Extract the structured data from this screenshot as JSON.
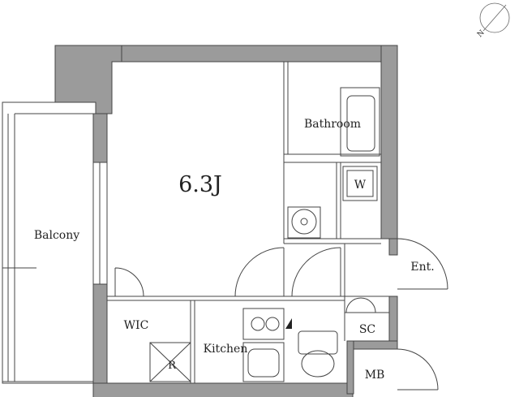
{
  "rooms": {
    "main": "6.3J",
    "bathroom": "Bathroom",
    "washer": "W",
    "balcony": "Balcony",
    "entrance": "Ent.",
    "wic": "WIC",
    "kitchen": "Kitchen",
    "fridge": "R",
    "shoe_cabinet": "SC",
    "meter_box": "MB"
  },
  "compass": {
    "north": "N"
  },
  "colors": {
    "wall": "#9b9b9b",
    "line": "#444444",
    "text": "#222222"
  }
}
